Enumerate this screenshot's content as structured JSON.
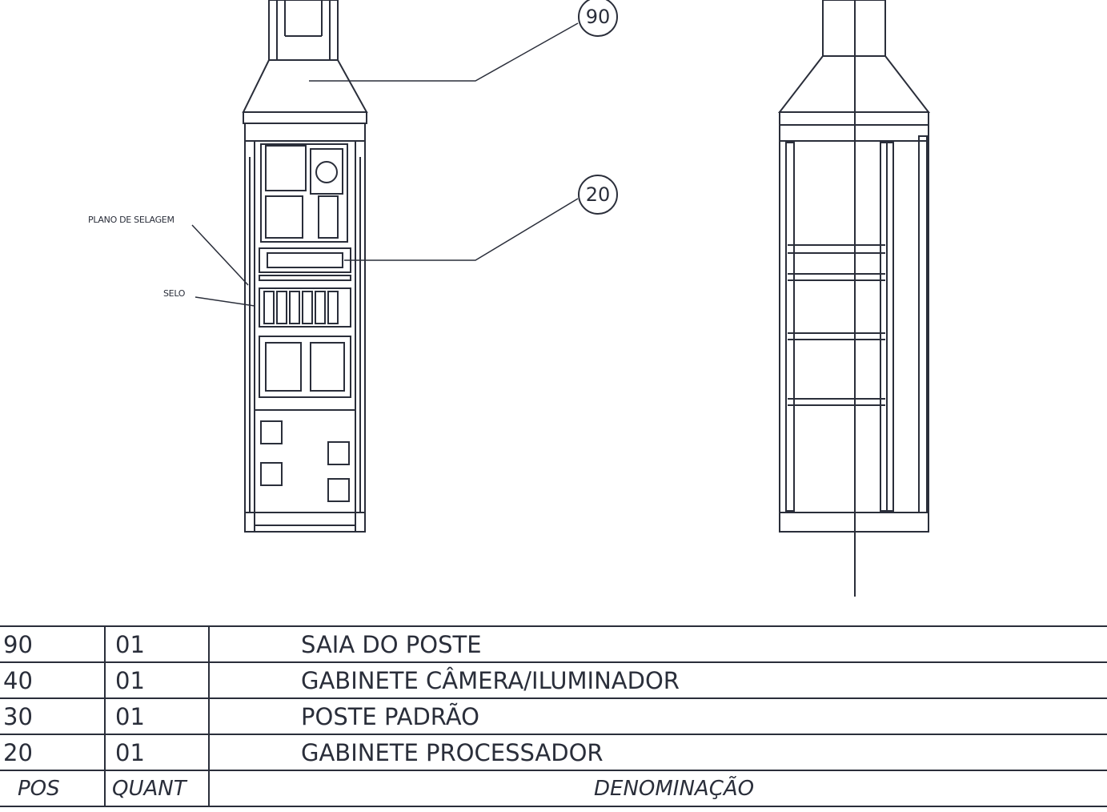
{
  "drawing": {
    "callouts": [
      "90",
      "20"
    ],
    "annotations": {
      "plano_selagem": "PLANO DE SELAGEM",
      "selo": "SELO"
    }
  },
  "bom": {
    "rows": [
      {
        "pos": "90",
        "quant": "01",
        "denominacao": "SAIA  DO  POSTE"
      },
      {
        "pos": "40",
        "quant": "01",
        "denominacao": "GABINETE  CÂMERA/ILUMINADOR"
      },
      {
        "pos": "30",
        "quant": "01",
        "denominacao": "POSTE  PADRÃO"
      },
      {
        "pos": "20",
        "quant": "01",
        "denominacao": "GABINETE  PROCESSADOR"
      }
    ],
    "header": {
      "pos": "POS",
      "quant": "QUANT",
      "denominacao": "DENOMINAÇÃO"
    }
  },
  "colors": {
    "ink": "#2a2e3a",
    "paper": "#ffffff"
  }
}
